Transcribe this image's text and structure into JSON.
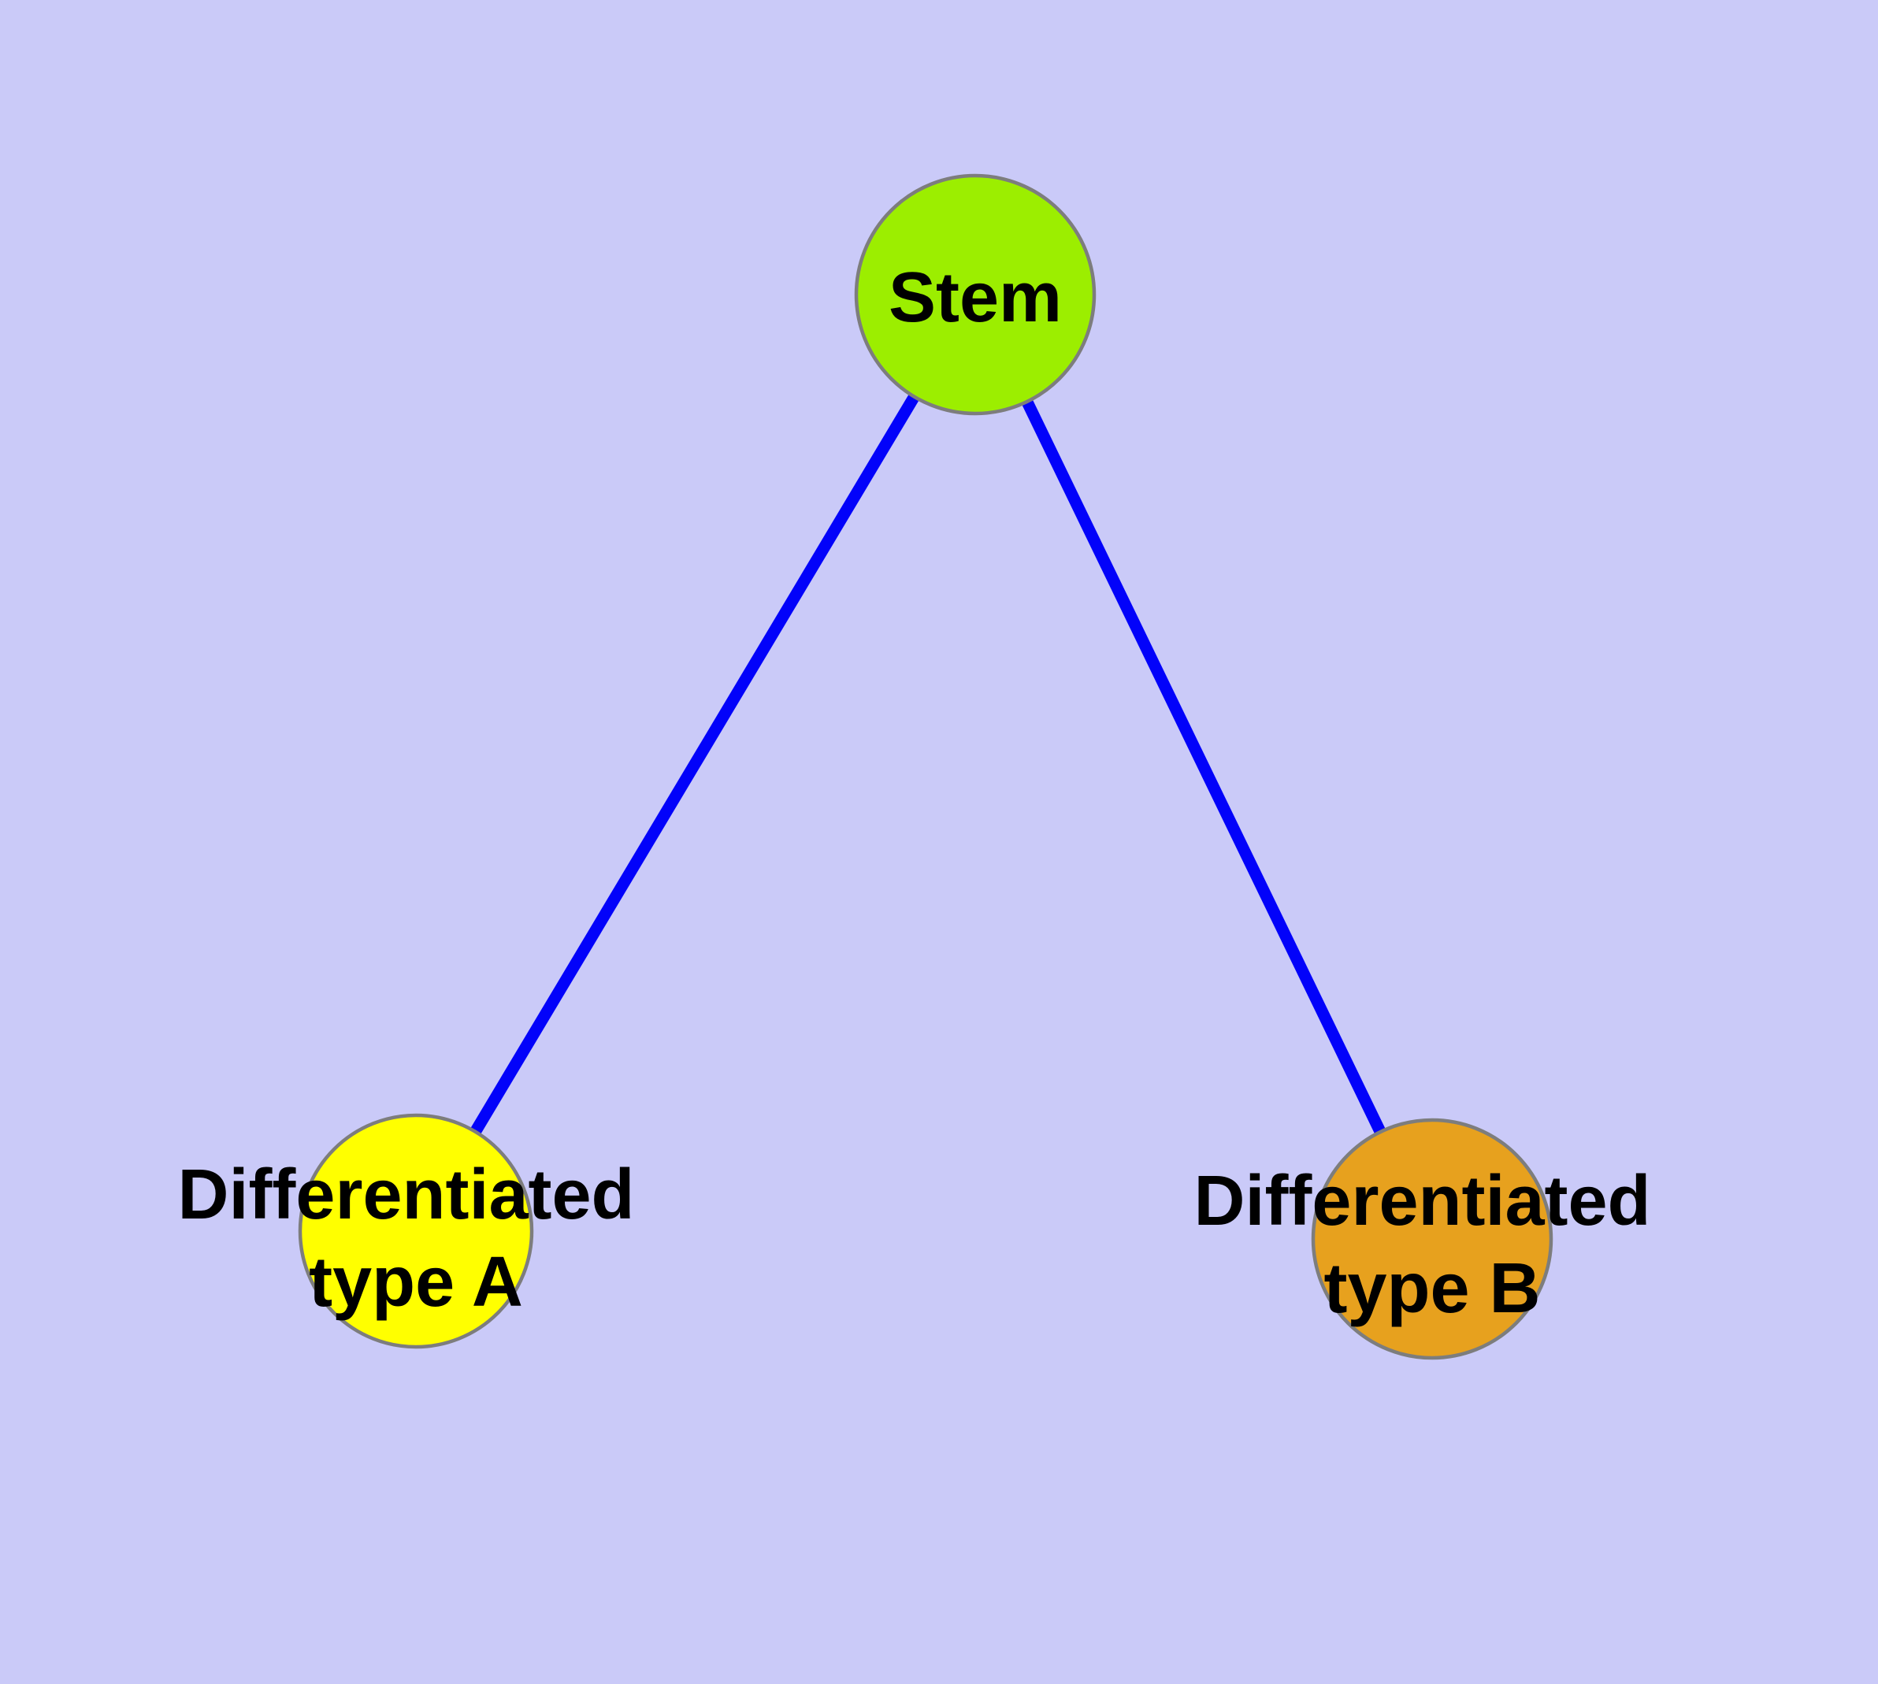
{
  "diagram": {
    "type": "graph",
    "description": "Cell differentiation tree: one stem node branching to two differentiated type nodes",
    "background_color": "#CACAF8",
    "edge_color": "#0202FA",
    "node_border_color": "#7D7D7D",
    "label_color": "#000000",
    "nodes": [
      {
        "id": "stem",
        "label": "Stem",
        "color": "#9CEE00"
      },
      {
        "id": "type-a",
        "label": "Differentiated type A",
        "label_lines": [
          "Differentiated",
          "type A"
        ],
        "color": "#FFFF00"
      },
      {
        "id": "type-b",
        "label": "Differentiated type B",
        "label_lines": [
          "Differentiated",
          "type B"
        ],
        "color": "#E7A11E"
      }
    ],
    "edges": [
      {
        "from": "stem",
        "to": "type-a"
      },
      {
        "from": "stem",
        "to": "type-b"
      }
    ]
  }
}
